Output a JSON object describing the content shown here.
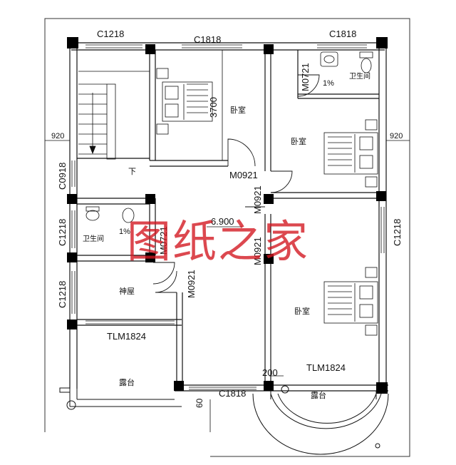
{
  "windows": {
    "top_left": "C1218",
    "top_mid": "C1818",
    "top_right": "C1818",
    "left_upper": "C0918",
    "left_mid": "C1218",
    "left_lower": "C1218",
    "right": "C1218",
    "bottom": "C1818"
  },
  "doors": {
    "bedroom_nw": "M0921",
    "bath_ne": "M0721",
    "hall_vertical": "M0921",
    "hall_vertical2": "M0921",
    "bath_w": "M0721",
    "shrine": "M0921",
    "balcony_w": "TLM1824",
    "balcony_e": "TLM1824"
  },
  "dimensions": {
    "side_left": "920",
    "side_right": "920",
    "bedroom_depth": "3700",
    "elevation": "6.900",
    "step_a": "200",
    "step_b": "60"
  },
  "rooms": {
    "bedroom_nw": "卧室",
    "bedroom_ne": "卧室",
    "bedroom_se": "卧室",
    "bath_ne": "卫生间",
    "bath_w": "卫生间",
    "stair_down": "下",
    "shrine": "神屋",
    "balcony_w": "露台",
    "balcony_e": "露台"
  },
  "slope": "1%",
  "watermark": "图纸之家",
  "colors": {
    "wall": "#000000",
    "line": "#111111",
    "watermark": "#d2141e"
  }
}
